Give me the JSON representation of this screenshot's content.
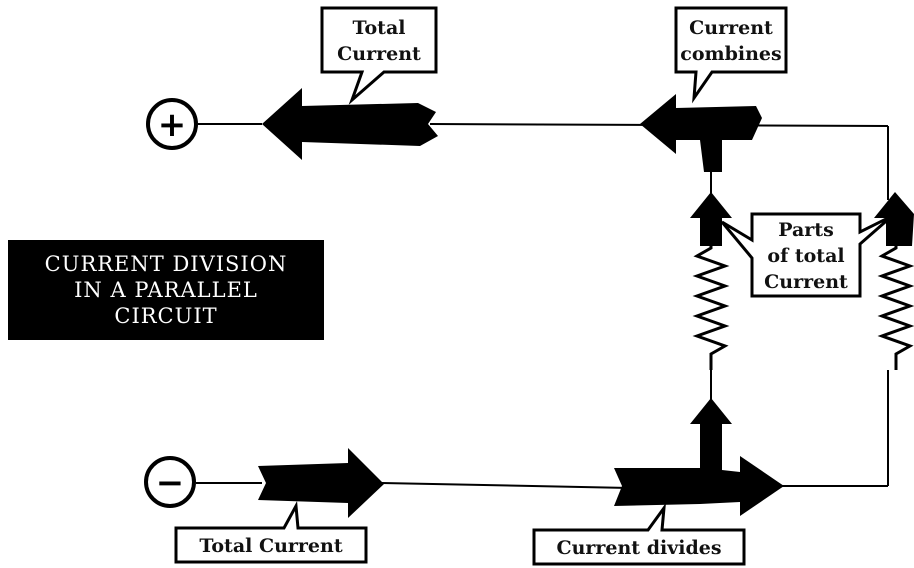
{
  "title": {
    "lines": [
      "CURRENT DIVISION",
      "IN A PARALLEL",
      "CIRCUIT"
    ]
  },
  "terminals": {
    "positive": "+",
    "negative": "−"
  },
  "callouts": {
    "top_total": [
      "Total",
      "Current"
    ],
    "combines": [
      "Current",
      "combines"
    ],
    "parts": [
      "Parts",
      "of total",
      "Current"
    ],
    "bottom_total": "Total Current",
    "divides": "Current divides"
  },
  "colors": {
    "wire": "#000000",
    "arrow": "#000000",
    "background": "#ffffff",
    "title_bg": "#000000",
    "title_text": "#ffffff"
  }
}
